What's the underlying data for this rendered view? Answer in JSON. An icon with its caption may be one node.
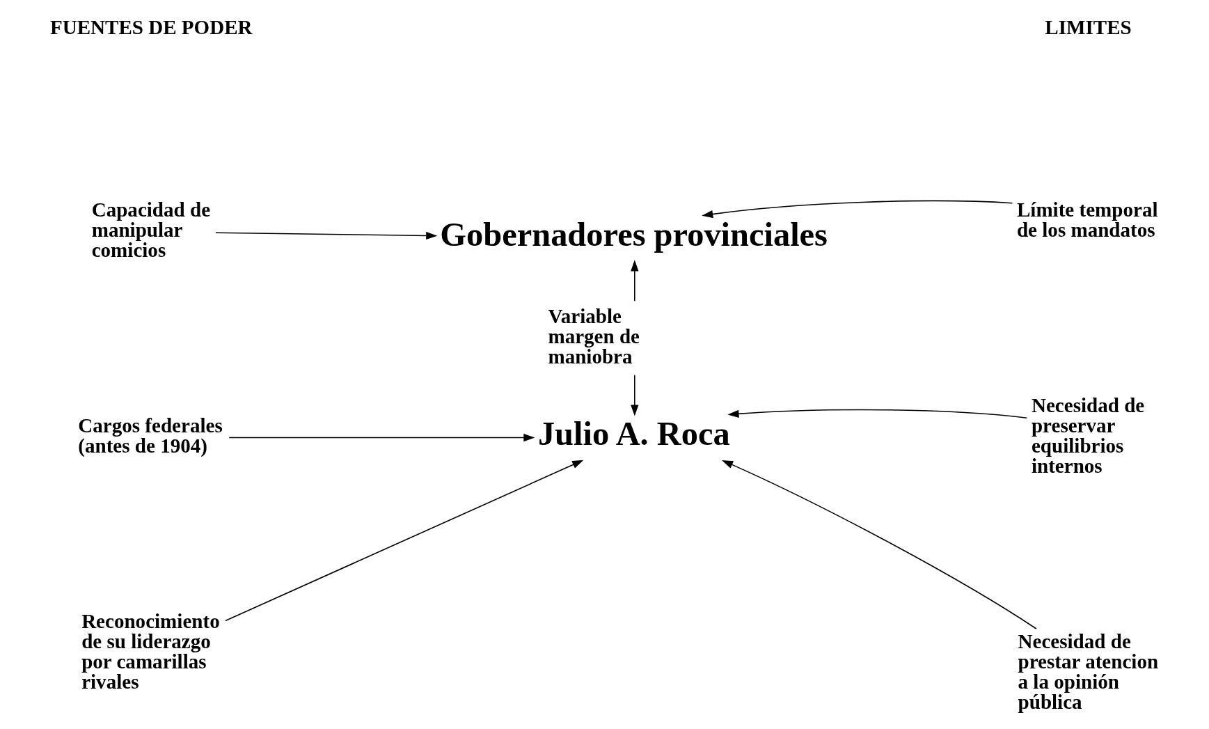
{
  "diagram": {
    "nodes": [
      {
        "text": [
          "Gobernadores provinciales"
        ]
      },
      {
        "text": [
          "Julio A. Roca"
        ]
      },
      {
        "text": [
          "Capacidad de manipular comicios"
        ]
      },
      {
        "text": [
          "Límite temporal de los mandatos"
        ]
      },
      {
        "text": [
          "Cargos federales (antes de 1904)"
        ]
      },
      {
        "text": [
          "Necesidad de preservar equilibrios internos"
        ]
      },
      {
        "text": [
          "Reconocimiento de su liderazgo por camarillas rivales"
        ]
      },
      {
        "text": [
          "Necesidad de prestar atencion a la opinión pública"
        ]
      }
    ],
    "edges": [
      {
        "from": 2,
        "to": 0,
        "arrow": "to"
      },
      {
        "from": 3,
        "to": 0,
        "arrow": "to"
      },
      {
        "from": 0,
        "to": 1,
        "arrow": "both",
        "label": "Variable margen de maniobra"
      },
      {
        "from": 4,
        "to": 1,
        "arrow": "to"
      },
      {
        "from": 5,
        "to": 1,
        "arrow": "to"
      },
      {
        "from": 6,
        "to": 1,
        "arrow": "to"
      },
      {
        "from": 7,
        "to": 1,
        "arrow": "to"
      }
    ],
    "labels": [
      "FUENTES DE PODER",
      "LIMITES"
    ]
  }
}
